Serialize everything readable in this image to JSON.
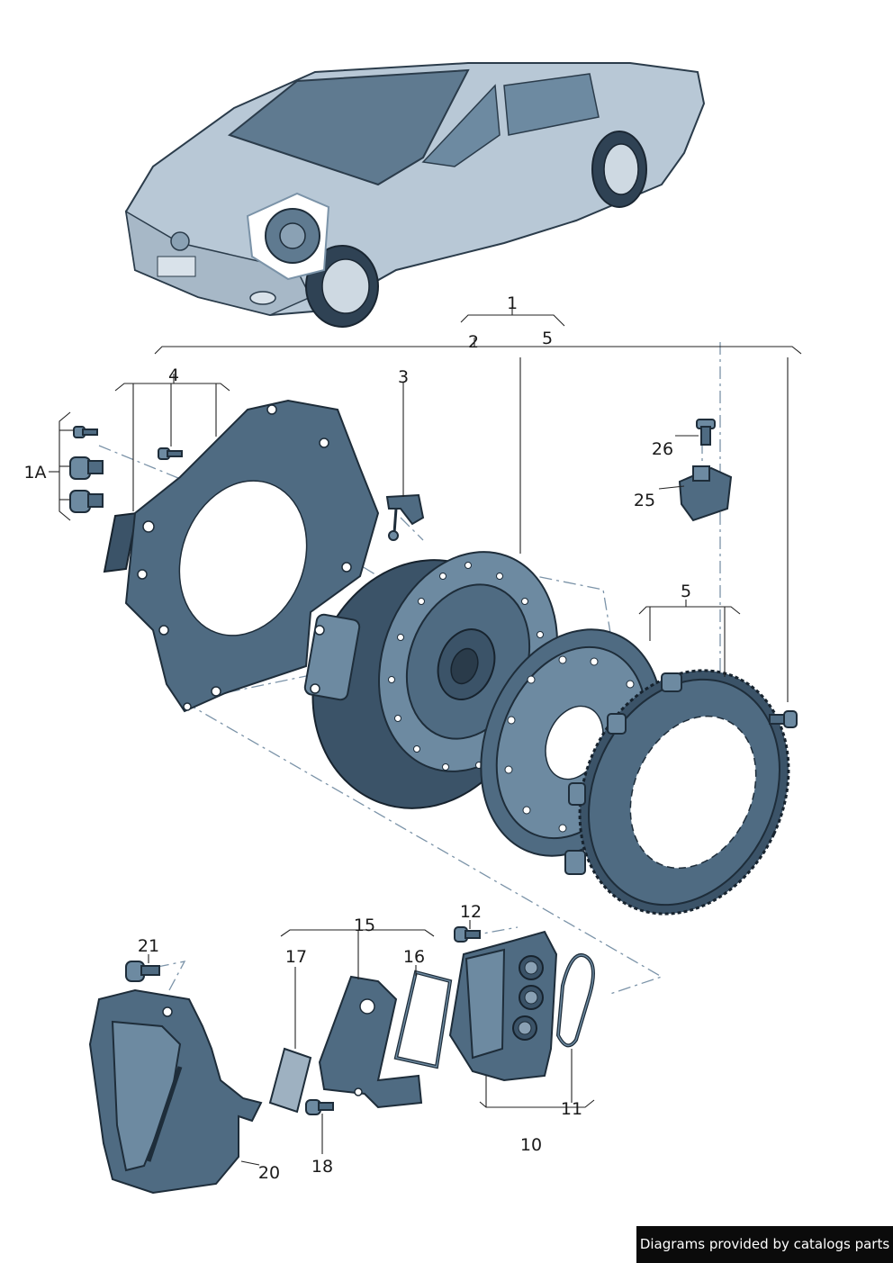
{
  "callouts": {
    "c1": "1",
    "c1A": "1A",
    "c2": "2",
    "c3": "3",
    "c4": "4",
    "c5a": "5",
    "c5b": "5",
    "c10": "10",
    "c11": "11",
    "c12": "12",
    "c15": "15",
    "c16": "16",
    "c17": "17",
    "c18": "18",
    "c20": "20",
    "c21": "21",
    "c25": "25",
    "c26": "26"
  },
  "credit": "Diagrams provided by catalogs parts",
  "colors": {
    "part": "#4f6b82",
    "part_light": "#6d8aa1",
    "outline": "#1e2d3a",
    "dashed_axis": "#7b93a8",
    "car_body": "#b8c8d6"
  }
}
